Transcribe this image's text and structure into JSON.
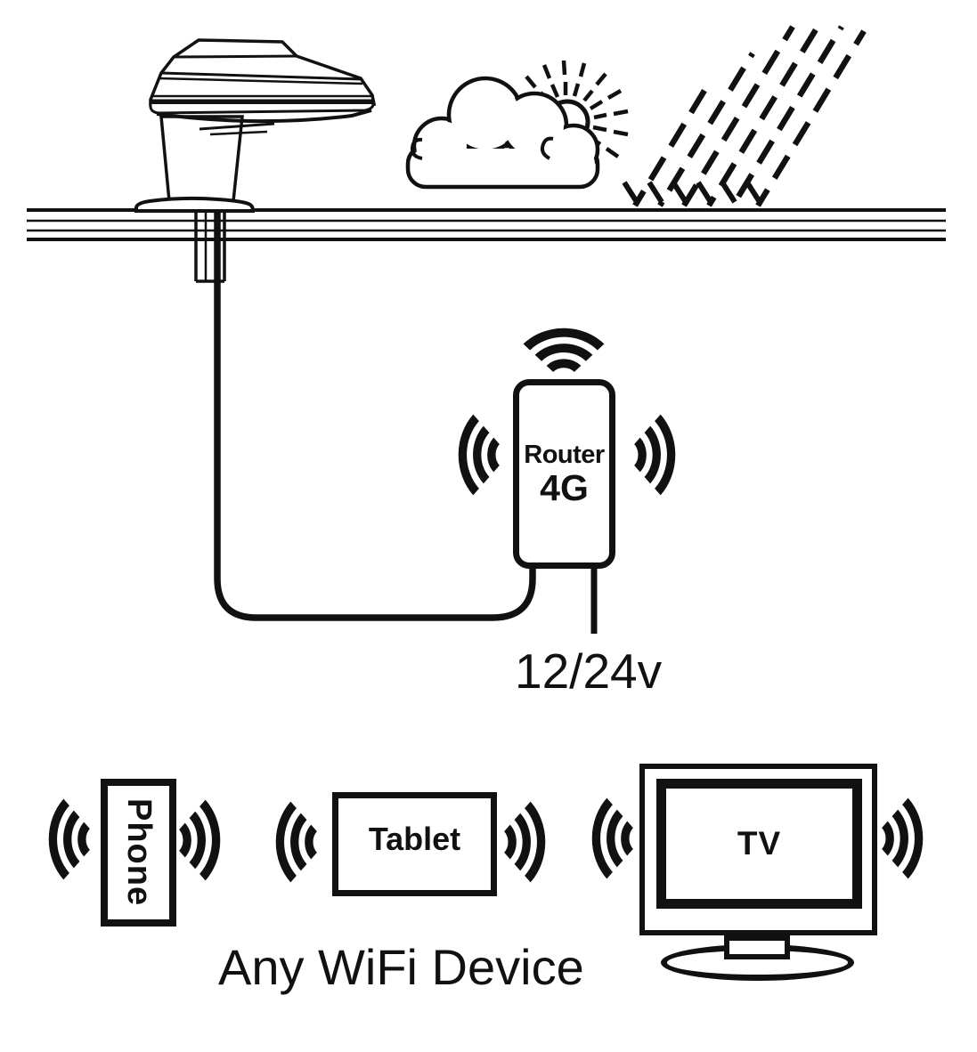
{
  "diagram": {
    "caption": "Any WiFi Device",
    "router": {
      "label": "Router",
      "network": "4G"
    },
    "power_label": "12/24v",
    "devices": [
      {
        "label": "Phone"
      },
      {
        "label": "Tablet"
      },
      {
        "label": "TV"
      }
    ],
    "colors": {
      "ink": "#111111",
      "background": "#ffffff"
    }
  }
}
